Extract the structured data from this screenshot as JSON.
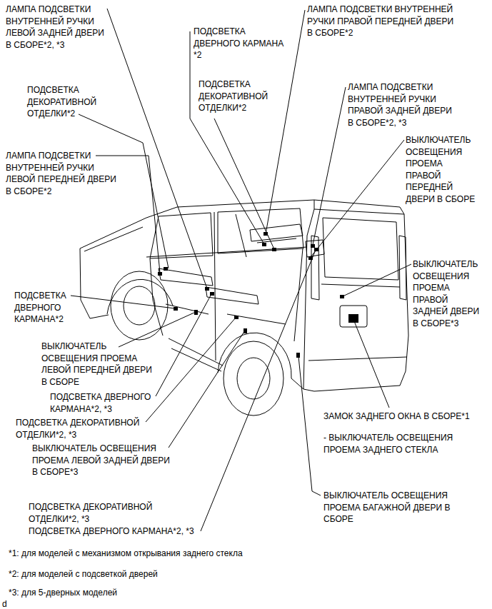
{
  "diagram": {
    "labels": [
      "ЛАМПА ПОДСВЕТКИ ВНУТРЕННЕЙ РУЧКИ ЛЕВОЙ ЗАДНЕЙ ДВЕРИ В СБОРЕ*2, *3",
      "ПОДСВЕТКА ДВЕРНОГО КАРМАНА *2",
      "ЛАМПА ПОДСВЕТКИ ВНУТРЕННЕЙ РУЧКИ ПРАВОЙ ПЕРЕДНЕЙ ДВЕРИ В СБОРЕ*2",
      "ПОДСВЕТКА ДЕКОРАТИВНОЙ ОТДЕЛКИ*2",
      "ПОДСВЕТКА ДЕКОРАТИВНОЙ ОТДЕЛКИ*2",
      "ЛАМПА ПОДСВЕТКИ ВНУТРЕННЕЙ РУЧКИ ПРАВОЙ ЗАДНЕЙ ДВЕРИ В СБОРЕ*2, *3",
      "ЛАМПА ПОДСВЕТКИ ВНУТРЕННЕЙ РУЧКИ ЛЕВОЙ ПЕРЕДНЕЙ ДВЕРИ В СБОРЕ*2",
      "ВЫКЛЮЧАТЕЛЬ ОСВЕЩЕНИЯ ПРОЕМА ПРАВОЙ ПЕРЕДНЕЙ ДВЕРИ В СБОРЕ",
      "ВЫКЛЮЧАТЕЛЬ ОСВЕЩЕНИЯ ПРОЕМА ПРАВОЙ ЗАДНЕЙ ДВЕРИ В СБОРЕ*3",
      "ПОДСВЕТКА ДВЕРНОГО КАРМАНА*2",
      "ВЫКЛЮЧАТЕЛЬ ОСВЕЩЕНИЯ ПРОЕМА ЛЕВОЙ ПЕРЕДНЕЙ ДВЕРИ В СБОРЕ",
      "ПОДСВЕТКА ДВЕРНОГО КАРМАНА*2, *3",
      "ПОДСВЕТКА ДЕКОРАТИВНОЙ ОТДЕЛКИ*2, *3",
      "ВЫКЛЮЧАТЕЛЬ ОСВЕЩЕНИЯ ПРОЕМА ЛЕВОЙ ЗАДНЕЙ ДВЕРИ В СБОРЕ*3",
      "ЗАМОК ЗАДНЕГО ОКНА В СБОРЕ*1",
      "- ВЫКЛЮЧАТЕЛЬ ОСВЕЩЕНИЯ ПРОЕМА ЗАДНЕГО СТЕКЛА",
      "ПОДСВЕТКА ДЕКОРАТИВНОЙ ОТДЕЛКИ*2, *3",
      "ПОДСВЕТКА ДВЕРНОГО КАРМАНА*2, *3",
      "ВЫКЛЮЧАТЕЛЬ ОСВЕЩЕНИЯ ПРОЕМА БАГАЖНОЙ ДВЕРИ В СБОРЕ",
      "*1: для моделей с механизмом открывания заднего стекла",
      "*2: для моделей с подсветкой дверей",
      "*3: для 5-дверных моделей",
      "d"
    ]
  }
}
